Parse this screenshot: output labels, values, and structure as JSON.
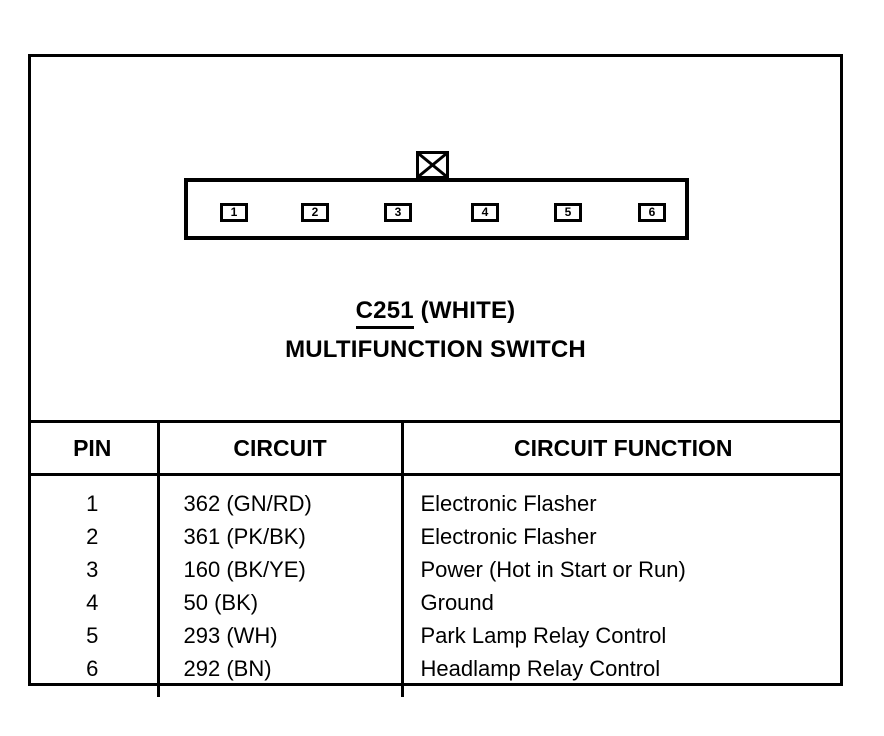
{
  "connector": {
    "latch_icon": "x-latch-icon",
    "pins": [
      {
        "number": "1"
      },
      {
        "number": "2"
      },
      {
        "number": "3"
      },
      {
        "number": "4"
      },
      {
        "number": "5"
      },
      {
        "number": "6"
      }
    ],
    "code": "C251",
    "color": "(WHITE)",
    "name": "MULTIFUNCTION SWITCH"
  },
  "table": {
    "headers": {
      "pin": "PIN",
      "circuit": "CIRCUIT",
      "function": "CIRCUIT FUNCTION"
    },
    "rows": [
      {
        "pin": "1",
        "circuit": "362 (GN/RD)",
        "function": "Electronic Flasher"
      },
      {
        "pin": "2",
        "circuit": "361 (PK/BK)",
        "function": "Electronic Flasher"
      },
      {
        "pin": "3",
        "circuit": "160 (BK/YE)",
        "function": "Power (Hot in Start or Run)"
      },
      {
        "pin": "4",
        "circuit": "50 (BK)",
        "function": "Ground"
      },
      {
        "pin": "5",
        "circuit": "293 (WH)",
        "function": "Park Lamp Relay Control"
      },
      {
        "pin": "6",
        "circuit": "292 (BN)",
        "function": "Headlamp Relay Control"
      }
    ]
  },
  "colors": {
    "ink": "#000000",
    "paper": "#ffffff"
  }
}
